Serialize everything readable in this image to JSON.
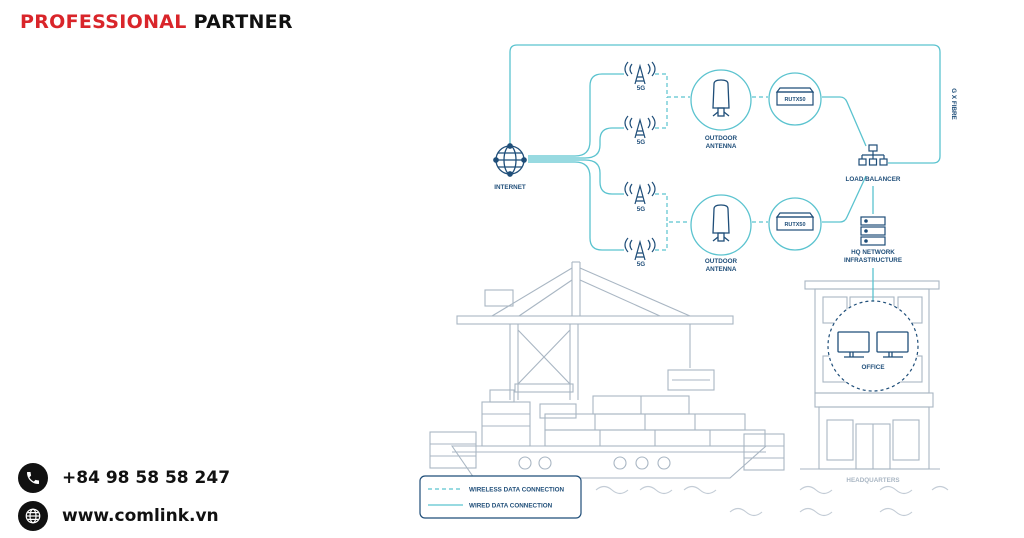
{
  "header": {
    "brand_accent": "PROFESSIONAL",
    "brand_rest": " PARTNER",
    "accent_color": "#d9252a"
  },
  "contact": {
    "phone": "+84 98 58 58 247",
    "website": "www.comlink.vn",
    "phone_icon": "phone-icon",
    "web_icon": "globe-icon"
  },
  "diagram": {
    "line_color": "#5bc3cf",
    "text_color": "#1f4e79",
    "nodes": {
      "internet": "INTERNET",
      "tower_label": "5G",
      "antenna_1": [
        "OUTDOOR",
        "ANTENNA"
      ],
      "antenna_2": [
        "OUTDOOR",
        "ANTENNA"
      ],
      "router_1": "RUTX50",
      "router_2": "RUTX50",
      "load_balancer": "LOAD BALANCER",
      "hq_network": [
        "HQ NETWORK",
        "INFRASTRUCTURE"
      ],
      "office": "OFFICE",
      "fibre": "G X FIBRE",
      "headquarters": "HEADQUARTERS"
    },
    "legend": {
      "wireless": "WIRELESS DATA CONNECTION",
      "wired": "WIRED DATA CONNECTION"
    }
  }
}
